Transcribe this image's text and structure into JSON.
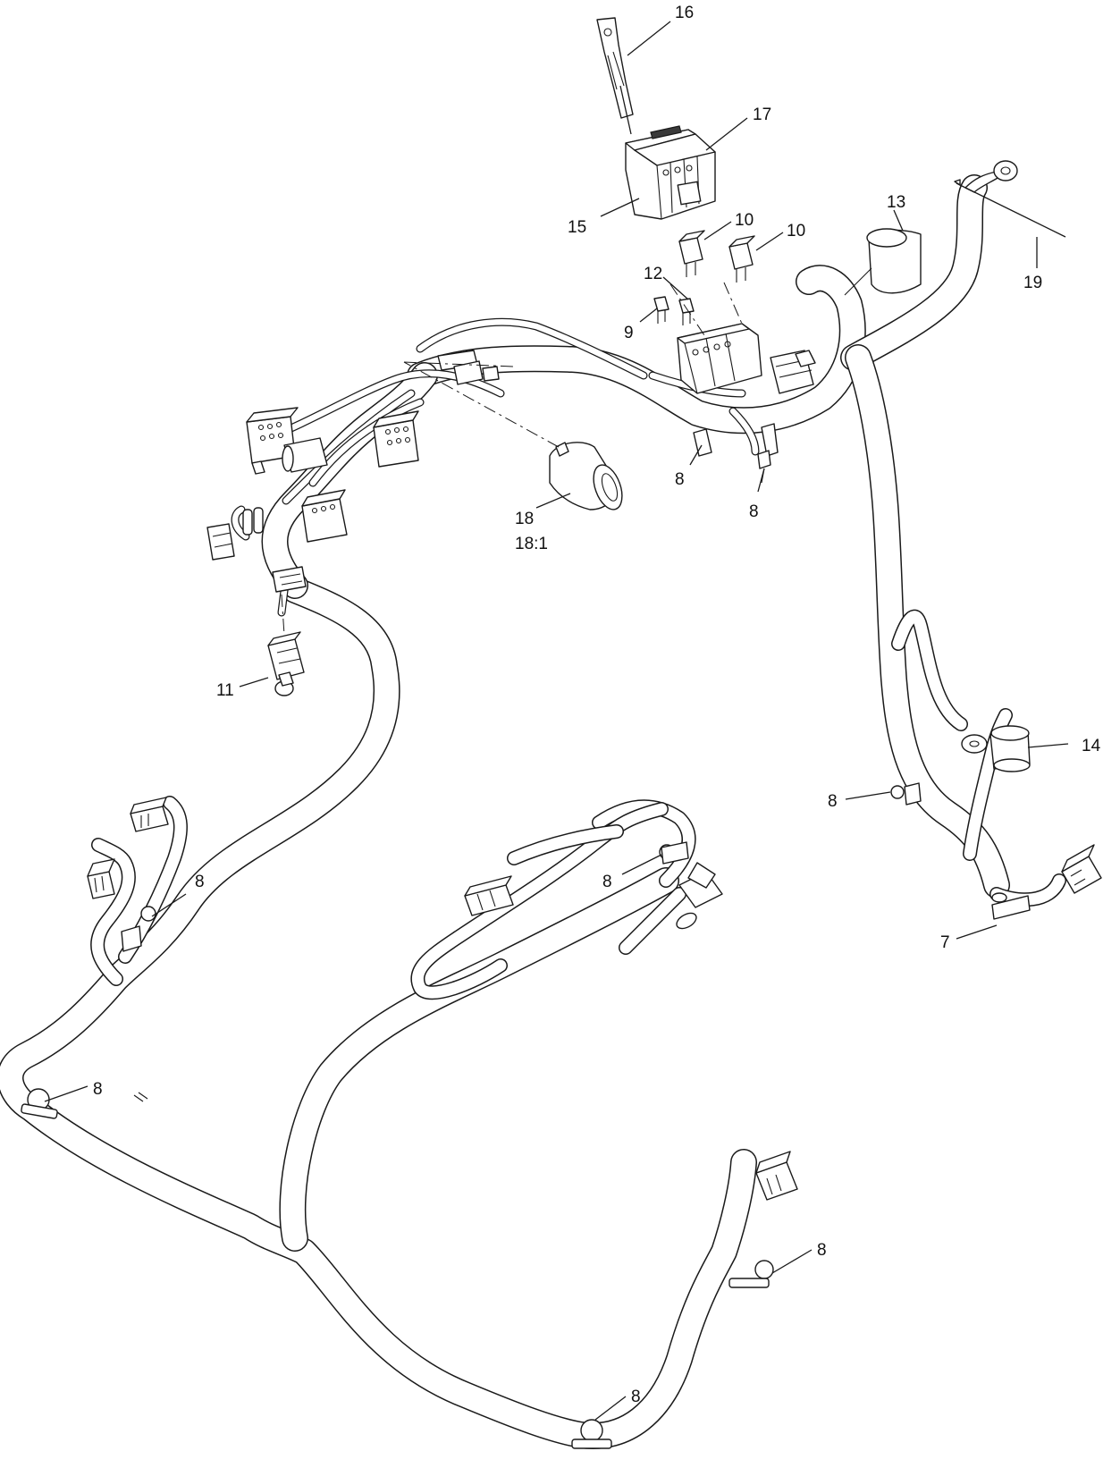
{
  "callouts": [
    {
      "id": "c16",
      "label": "16"
    },
    {
      "id": "c17",
      "label": "17"
    },
    {
      "id": "c15",
      "label": "15"
    },
    {
      "id": "c13",
      "label": "13"
    },
    {
      "id": "c10a",
      "label": "10"
    },
    {
      "id": "c10b",
      "label": "10"
    },
    {
      "id": "c12",
      "label": "12"
    },
    {
      "id": "c9",
      "label": "9"
    },
    {
      "id": "c19",
      "label": "19"
    },
    {
      "id": "c8a",
      "label": "8"
    },
    {
      "id": "c8b",
      "label": "8"
    },
    {
      "id": "c18",
      "label": "18"
    },
    {
      "id": "c18sub",
      "label": "18:1"
    },
    {
      "id": "c11",
      "label": "11"
    },
    {
      "id": "c14",
      "label": "14"
    },
    {
      "id": "c8c",
      "label": "8"
    },
    {
      "id": "c8d",
      "label": "8"
    },
    {
      "id": "c8e",
      "label": "8"
    },
    {
      "id": "c7",
      "label": "7"
    },
    {
      "id": "c8f",
      "label": "8"
    },
    {
      "id": "c8g",
      "label": "8"
    },
    {
      "id": "c8h",
      "label": "8"
    }
  ]
}
